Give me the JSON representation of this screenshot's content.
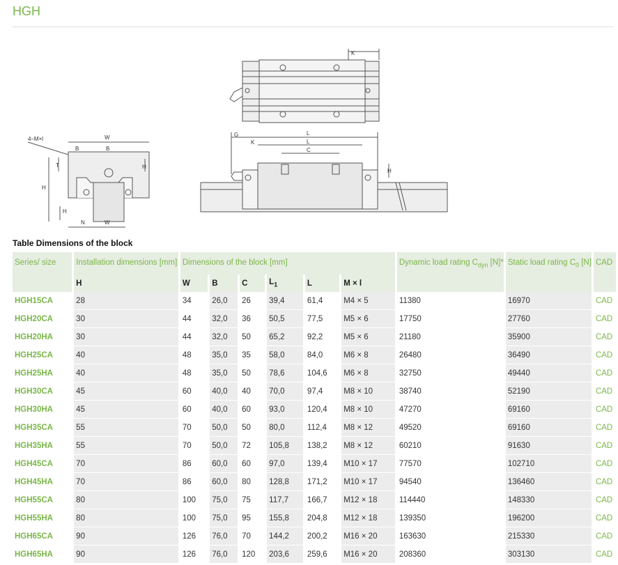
{
  "page": {
    "title": "HGH"
  },
  "drawing": {
    "front_labels": [
      "W",
      "B",
      "4–M×l",
      "B1",
      "T",
      "H2",
      "H",
      "H1",
      "N",
      "WR"
    ],
    "side_labels": [
      "K1",
      "G",
      "L",
      "K2",
      "L1",
      "C",
      "H3"
    ]
  },
  "table": {
    "caption": "Table Dimensions of the block",
    "headers": {
      "series": "Series/ size",
      "installation": "Installation dimensions [mm]",
      "block": "Dimensions of the block [mm]",
      "dynamic": "Dynamic load rating C",
      "dynamic_sub": "dyn",
      "dynamic_tail": " [N]*",
      "static": "Static load rating C",
      "static_sub": "0",
      "static_tail": " [N]",
      "cad": "CAD"
    },
    "subheaders": {
      "H": "H",
      "W": "W",
      "B": "B",
      "C": "C",
      "L1": "L",
      "L1_sub": "1",
      "L": "L",
      "Ml": "M × l"
    },
    "rows": [
      [
        "HGH15CA",
        "28",
        "34",
        "26,0",
        "26",
        "39,4",
        "61,4",
        "M4 × 5",
        "11380",
        "16970",
        "CAD"
      ],
      [
        "HGH20CA",
        "30",
        "44",
        "32,0",
        "36",
        "50,5",
        "77,5",
        "M5 × 6",
        "17750",
        "27760",
        "CAD"
      ],
      [
        "HGH20HA",
        "30",
        "44",
        "32,0",
        "50",
        "65,2",
        "92,2",
        "M5 × 6",
        "21180",
        "35900",
        "CAD"
      ],
      [
        "HGH25CA",
        "40",
        "48",
        "35,0",
        "35",
        "58,0",
        "84,0",
        "M6 × 8",
        "26480",
        "36490",
        "CAD"
      ],
      [
        "HGH25HA",
        "40",
        "48",
        "35,0",
        "50",
        "78,6",
        "104,6",
        "M6 × 8",
        "32750",
        "49440",
        "CAD"
      ],
      [
        "HGH30CA",
        "45",
        "60",
        "40,0",
        "40",
        "70,0",
        "97,4",
        "M8 × 10",
        "38740",
        "52190",
        "CAD"
      ],
      [
        "HGH30HA",
        "45",
        "60",
        "40,0",
        "60",
        "93,0",
        "120,4",
        "M8 × 10",
        "47270",
        "69160",
        "CAD"
      ],
      [
        "HGH35CA",
        "55",
        "70",
        "50,0",
        "50",
        "80,0",
        "112,4",
        "M8 × 12",
        "49520",
        "69160",
        "CAD"
      ],
      [
        "HGH35HA",
        "55",
        "70",
        "50,0",
        "72",
        "105,8",
        "138,2",
        "M8 × 12",
        "60210",
        "91630",
        "CAD"
      ],
      [
        "HGH45CA",
        "70",
        "86",
        "60,0",
        "60",
        "97,0",
        "139,4",
        "M10 × 17",
        "77570",
        "102710",
        "CAD"
      ],
      [
        "HGH45HA",
        "70",
        "86",
        "60,0",
        "80",
        "128,8",
        "171,2",
        "M10 × 17",
        "94540",
        "136460",
        "CAD"
      ],
      [
        "HGH55CA",
        "80",
        "100",
        "75,0",
        "75",
        "117,7",
        "166,7",
        "M12 × 18",
        "114440",
        "148330",
        "CAD"
      ],
      [
        "HGH55HA",
        "80",
        "100",
        "75,0",
        "95",
        "155,8",
        "204,8",
        "M12 × 18",
        "139350",
        "196200",
        "CAD"
      ],
      [
        "HGH65CA",
        "90",
        "126",
        "76,0",
        "70",
        "144,2",
        "200,2",
        "M16 × 20",
        "163630",
        "215330",
        "CAD"
      ],
      [
        "HGH65HA",
        "90",
        "126",
        "76,0",
        "120",
        "203,6",
        "259,6",
        "M16 × 20",
        "208360",
        "303130",
        "CAD"
      ]
    ]
  }
}
